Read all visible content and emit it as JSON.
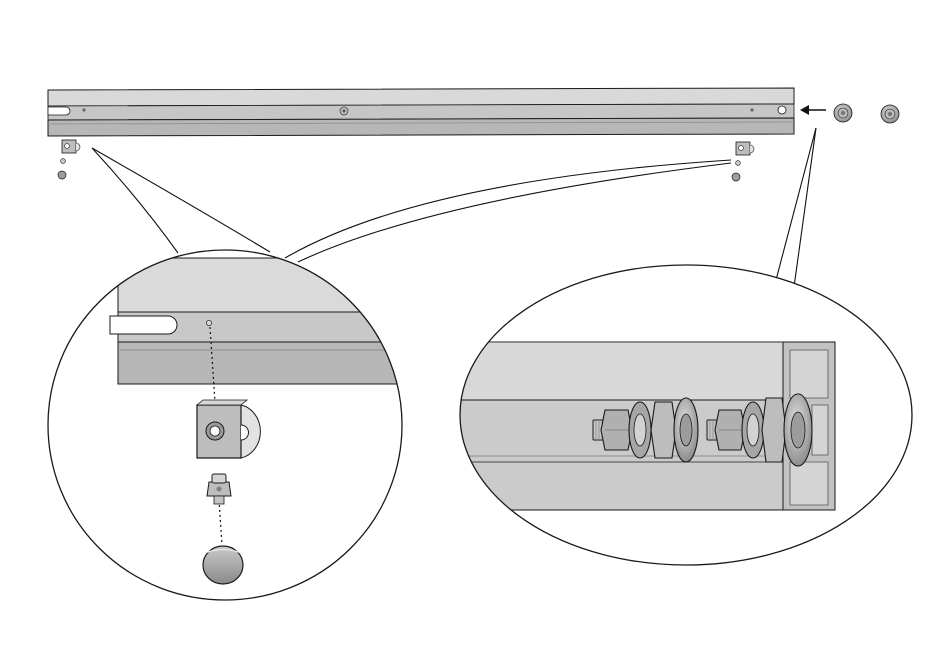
{
  "diagram": {
    "type": "assembly-instruction",
    "colors": {
      "background": "#ffffff",
      "outline": "#1a1a1a",
      "rail_light": "#d6d6d6",
      "rail_mid": "#bdbdbd",
      "rail_dark": "#9a9a9a",
      "metal": "#a8a8a8",
      "leader": "#111111"
    },
    "parts": [
      {
        "id": "rail",
        "icon": "aluminum-rail"
      },
      {
        "id": "sliding-nut-left",
        "icon": "slot-nut-icon"
      },
      {
        "id": "sliding-nut-right",
        "icon": "slot-nut-icon"
      },
      {
        "id": "screw-left",
        "icon": "screw-icon"
      },
      {
        "id": "screw-right",
        "icon": "screw-icon"
      },
      {
        "id": "cap-left",
        "icon": "end-cap-icon"
      },
      {
        "id": "cap-right",
        "icon": "end-cap-icon"
      },
      {
        "id": "roller-1",
        "icon": "roller-bolt-icon"
      },
      {
        "id": "roller-2",
        "icon": "roller-bolt-icon"
      }
    ],
    "callouts": [
      {
        "id": "callout-left",
        "shows": "nut-screw-cap-assembly"
      },
      {
        "id": "callout-right",
        "shows": "roller-bolts-in-rail-end"
      }
    ],
    "insert_direction": "left"
  }
}
